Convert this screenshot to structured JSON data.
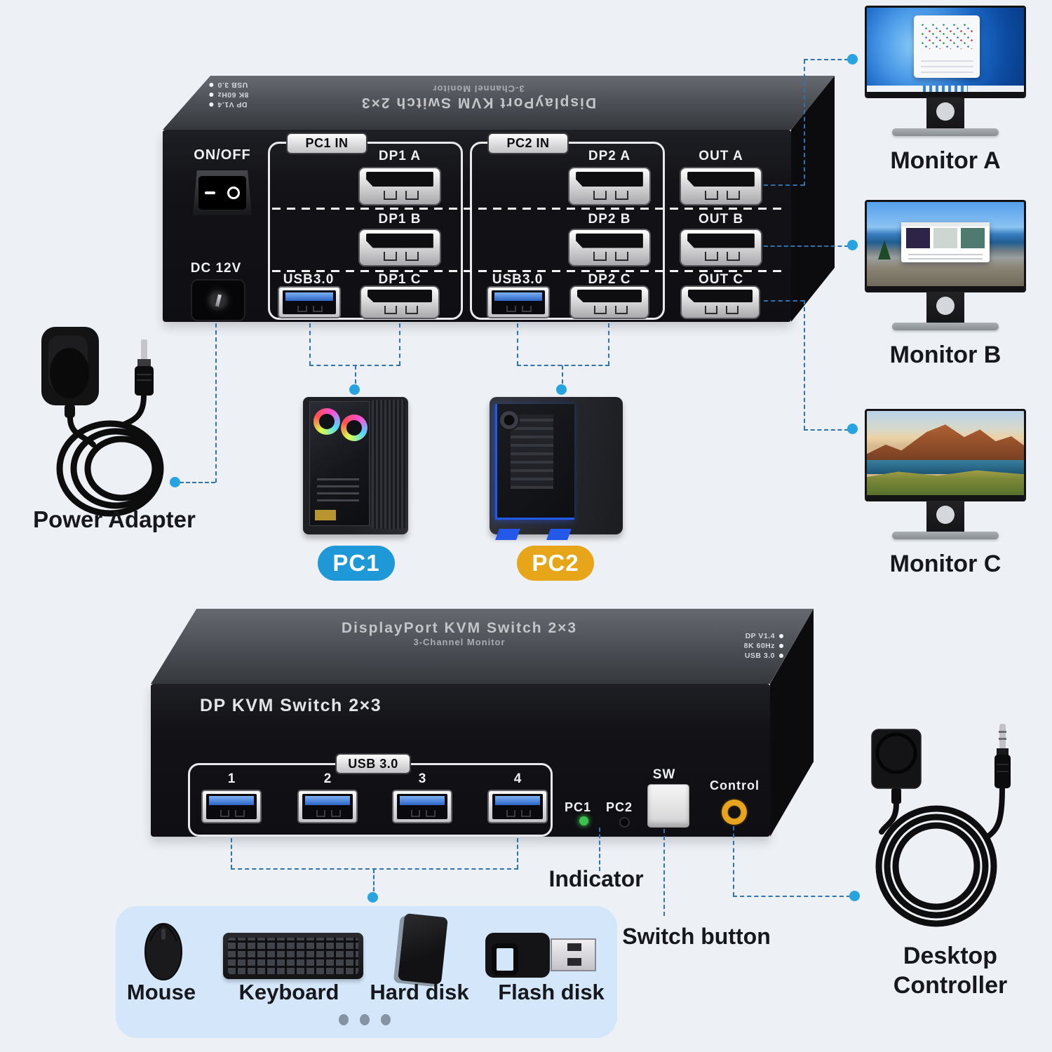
{
  "colors": {
    "background": "#edf0f4",
    "dashed_line": "#2e74b2",
    "dot_blue": "#27a3e0",
    "pc1_badge": "#1f98d8",
    "pc2_badge": "#e7a619",
    "panel_blue": "#d3e6fa",
    "led_green": "#3ec24e",
    "control_orange": "#e8a41e"
  },
  "top_box": {
    "top_label_line1": "DisplayPort KVM Switch 2×3",
    "top_label_line2": "3-Channel Monitor",
    "specs": [
      {
        "label": "DP V1.4"
      },
      {
        "label": "8K 60Hz"
      },
      {
        "label": "USB 3.0"
      }
    ],
    "power_switch_label": "ON/OFF",
    "dc_label": "DC 12V",
    "groups": [
      {
        "label": "PC1 IN"
      },
      {
        "label": "PC2 IN"
      }
    ],
    "ports": {
      "row_a": [
        {
          "label": "DP1 A"
        },
        {
          "label": "DP2 A"
        },
        {
          "label": "OUT A"
        }
      ],
      "row_b": [
        {
          "label": "DP1 B"
        },
        {
          "label": "DP2 B"
        },
        {
          "label": "OUT B"
        }
      ],
      "row_c": [
        {
          "label": "USB3.0"
        },
        {
          "label": "DP1 C"
        },
        {
          "label": "USB3.0"
        },
        {
          "label": "DP2 C"
        },
        {
          "label": "OUT C"
        }
      ]
    }
  },
  "monitors": [
    {
      "label": "Monitor A"
    },
    {
      "label": "Monitor B"
    },
    {
      "label": "Monitor C"
    }
  ],
  "pcs": [
    {
      "label": "PC1"
    },
    {
      "label": "PC2"
    }
  ],
  "power_adapter": {
    "label": "Power Adapter"
  },
  "bottom_box": {
    "top_label_line1": "DisplayPort KVM Switch 2×3",
    "top_label_line2": "3-Channel Monitor",
    "specs": [
      {
        "label": "DP V1.4"
      },
      {
        "label": "8K 60Hz"
      },
      {
        "label": "USB 3.0"
      }
    ],
    "front_title": "DP KVM Switch 2×3",
    "usb_group_label": "USB 3.0",
    "usb_ports": [
      {
        "number": "1"
      },
      {
        "number": "2"
      },
      {
        "number": "3"
      },
      {
        "number": "4"
      }
    ],
    "indicators": [
      {
        "label": "PC1"
      },
      {
        "label": "PC2"
      }
    ],
    "switch_label": "SW",
    "control_label": "Control"
  },
  "callouts": {
    "indicator": "Indicator",
    "switch_button": "Switch button",
    "desktop_controller_line1": "Desktop",
    "desktop_controller_line2": "Controller"
  },
  "accessories": {
    "items": [
      {
        "label": "Mouse"
      },
      {
        "label": "Keyboard"
      },
      {
        "label": "Hard disk"
      },
      {
        "label": "Flash disk"
      }
    ]
  }
}
